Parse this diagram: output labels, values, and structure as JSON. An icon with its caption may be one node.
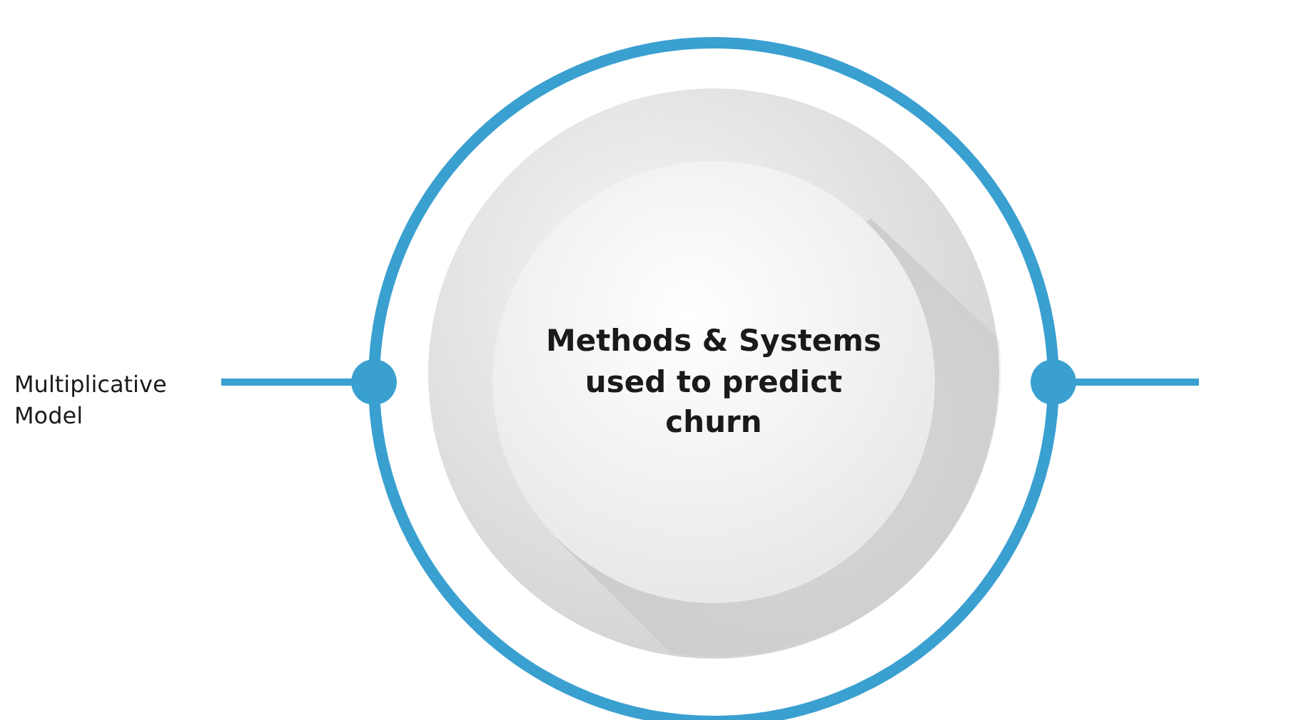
{
  "diagram": {
    "nodes": [
      {
        "text": [],
        "shape": "circle"
      },
      {
        "text": [
          "Methods & Systems used to predict churn"
        ],
        "in": 0
      },
      {
        "text": [
          "Multiplicative Model"
        ]
      }
    ],
    "edges": [
      {
        "from": 0,
        "to": 2,
        "arrow": "other"
      },
      {
        "from": 0,
        "to": null,
        "arrow": "other"
      }
    ]
  }
}
